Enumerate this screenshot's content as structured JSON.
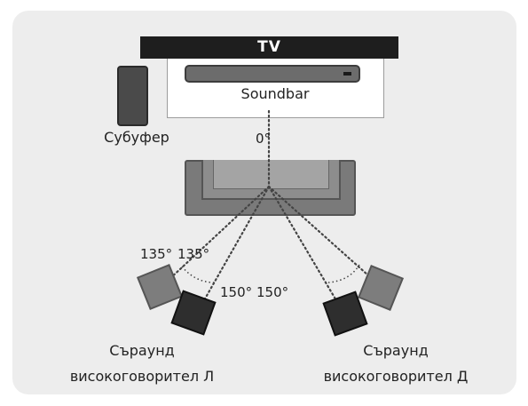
{
  "tv": {
    "label": "TV"
  },
  "soundbar": {
    "label": "Soundbar"
  },
  "subwoofer": {
    "label": "Субуфер"
  },
  "angles": {
    "front": "0°",
    "left_135": "135°",
    "right_135": "135°",
    "left_150": "150°",
    "right_150": "150°"
  },
  "speakers": {
    "left": {
      "line1": "Съраунд",
      "line2": "високоговорител Л"
    },
    "right": {
      "line1": "Съраунд",
      "line2": "високоговорител Д"
    }
  },
  "colors": {
    "tv_bar": "#1e1e1e",
    "speaker_dark": "#2e2e2e",
    "speaker_light": "#7d7d7d",
    "background_panel": "#ededed"
  }
}
